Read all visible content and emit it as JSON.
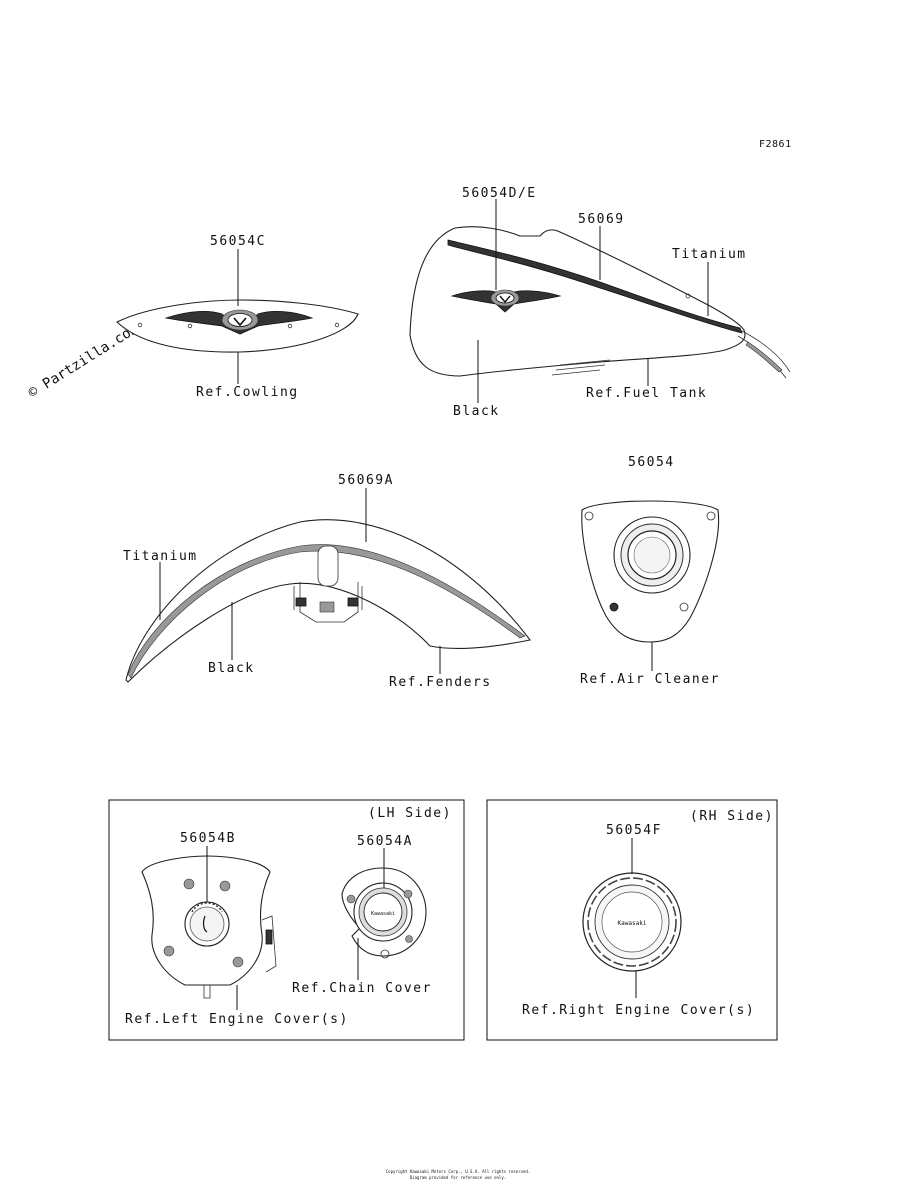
{
  "figure_code": "F2861",
  "watermark": "© Partzilla.com",
  "callouts": {
    "cowling_part": "56054C",
    "cowling_ref": "Ref.Cowling",
    "tank_emblem_part": "56054D/E",
    "tank_stripe_part": "56069",
    "tank_titanium": "Titanium",
    "tank_black": "Black",
    "tank_ref": "Ref.Fuel Tank",
    "fender_part": "56069A",
    "fender_titanium": "Titanium",
    "fender_black": "Black",
    "fender_ref": "Ref.Fenders",
    "air_cleaner_part": "56054",
    "air_cleaner_ref": "Ref.Air Cleaner"
  },
  "lh_box": {
    "title": "(LH Side)",
    "left_cover_part": "56054B",
    "chain_cover_part": "56054A",
    "chain_cover_ref": "Ref.Chain Cover",
    "left_cover_ref": "Ref.Left Engine Cover(s)"
  },
  "rh_box": {
    "title": "(RH Side)",
    "right_cover_part": "56054F",
    "right_cover_ref": "Ref.Right Engine Cover(s)"
  },
  "emblem_text": "Kawasaki",
  "footer": {
    "line1": "Copyright Kawasaki Motors Corp., U.S.A. All rights reserved.",
    "line2": "Diagram provided for reference use only."
  }
}
